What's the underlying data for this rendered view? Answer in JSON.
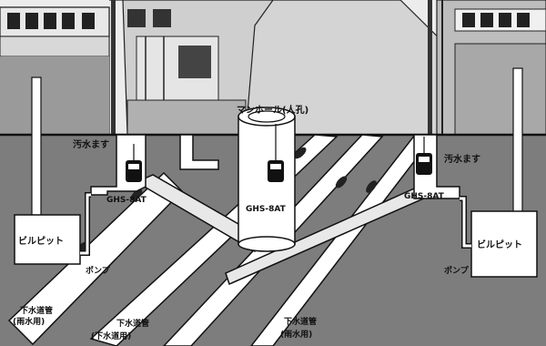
{
  "labels": {
    "manhole": "マンホール(人孔)",
    "wastewater_box_left": "汚水ます",
    "wastewater_box_right": "汚水ます",
    "pump_model_left": "GHS-8AT",
    "pump_model_center": "GHS-8AT",
    "pump_model_right": "GHS-8AT",
    "building_pit_left": "ビルピット",
    "building_pit_right": "ビルピット",
    "pump_left": "ポンプ",
    "pump_right": "ポンプ",
    "sewer_rain_left_line1": "下水道管",
    "sewer_rain_left_line2": "(雨水用)",
    "sewer_waste_line1": "下水道管",
    "sewer_waste_line2": "(下水道用)",
    "sewer_rain_right_line1": "下水道管",
    "sewer_rain_right_line2": "(雨水用)"
  },
  "colors": {
    "ground": "#7d7d7d",
    "street": "#d4d4d4",
    "pipe": "#ffffff",
    "outline": "#111111"
  }
}
